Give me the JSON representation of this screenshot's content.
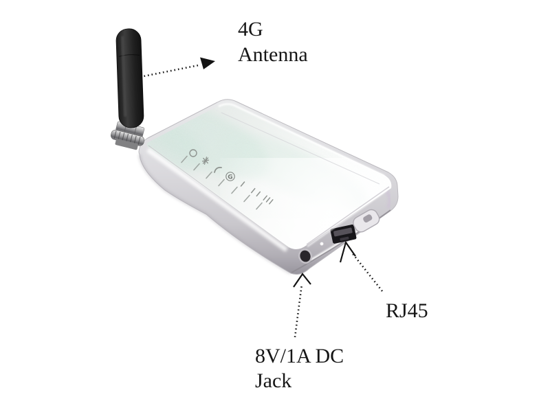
{
  "figure": {
    "background": "#ffffff",
    "annotation_color": "#161616",
    "description_visible_text_only": true
  },
  "labels": {
    "antenna": {
      "line1": "4G",
      "line2": "Antenna"
    },
    "rj45": "RJ45",
    "dc": {
      "line1": "8V/1A DC",
      "line2": "Jack"
    }
  },
  "device": {
    "kind": "4g-router-photo",
    "top_face_color": "#f2f4f3",
    "side_face_color": "#d6d4d8",
    "speckle_tint": "#cfe6dd",
    "antenna_color": "#262626",
    "connector_color": "#8c8c8e",
    "led_strip": {
      "g_label": "G",
      "icons": [
        "power-icon",
        "star-icon",
        "handset-icon",
        "g-icon",
        "signal-level-1-icon",
        "signal-level-2-icon",
        "signal-level-3-icon"
      ],
      "tick_count": 7
    },
    "features": [
      "antenna",
      "led-strip",
      "rj45-port",
      "sim-slot-cover",
      "dc-jack",
      "reset-dot"
    ]
  }
}
